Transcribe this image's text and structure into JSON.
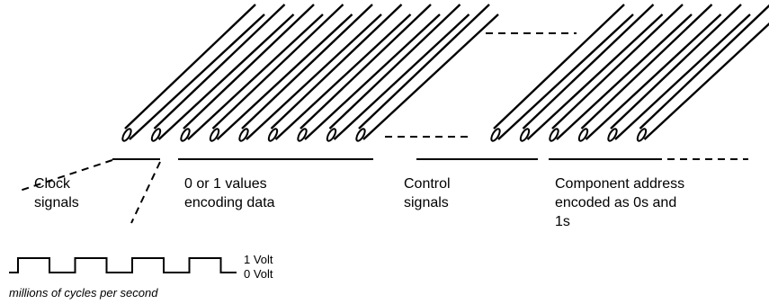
{
  "labels": {
    "clock": "Clock\nsignals",
    "data": "0 or 1 values\nencoding data",
    "control": "Control\nsignals",
    "address": "Component address\nencoded as 0s and\n1s"
  },
  "waveform": {
    "high_label": "1 Volt",
    "low_label": "0 Volt",
    "caption": "millions of cycles per second",
    "pulse_count": 4
  },
  "bus": {
    "wire_groups": [
      9,
      6
    ],
    "stroke_color": "#000000",
    "line_style": "solid",
    "gap_style": "dashed"
  }
}
